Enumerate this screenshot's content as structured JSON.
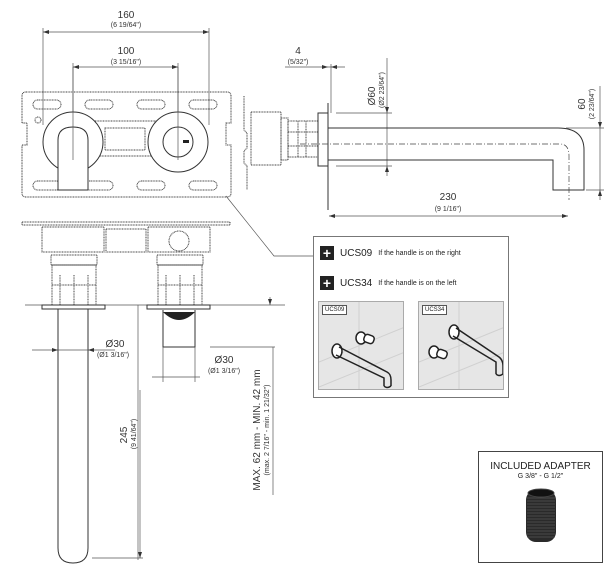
{
  "dimensions": {
    "overall_width": {
      "mm": "160",
      "inch": "(6 19/64\")"
    },
    "centers": {
      "mm": "100",
      "inch": "(3 15/16\")"
    },
    "plate_thickness": {
      "mm": "4",
      "inch": "(5/32\")"
    },
    "rosette_diameter": {
      "mm": "Ø60",
      "inch": "(Ø2 23/64\")"
    },
    "spout_height": {
      "mm": "60",
      "inch": "(2 23/64\")"
    },
    "spout_reach": {
      "mm": "230",
      "inch": "(9 1/16\")"
    },
    "spout_pipe_diameter": {
      "mm": "Ø30",
      "inch": "(Ø1 3/16\")"
    },
    "handle_diameter": {
      "mm": "Ø30",
      "inch": "(Ø1 3/16\")"
    },
    "spout_length": {
      "mm": "245",
      "inch": "(9 41/64\")"
    },
    "wall_range": {
      "mm": "MAX. 62 mm - MIN. 42 mm",
      "inch": "(max. 2 7/16\" - min. 1 21/32\")"
    }
  },
  "callout": {
    "options": [
      {
        "code": "UCS09",
        "description": "If the handle is on the right",
        "icon": "plus-icon"
      },
      {
        "code": "UCS34",
        "description": "If the handle is on the left",
        "icon": "plus-icon"
      }
    ],
    "thumbnails": [
      {
        "label": "UCS09",
        "handle_side": "right"
      },
      {
        "label": "UCS34",
        "handle_side": "left"
      }
    ]
  },
  "adapter": {
    "title": "INCLUDED ADAPTER",
    "thread": "G 3/8\" - G 1/2\""
  },
  "colors": {
    "line": "#333333",
    "panel_bg": "#e6e6e6",
    "adapter": "#2a2a2a"
  }
}
